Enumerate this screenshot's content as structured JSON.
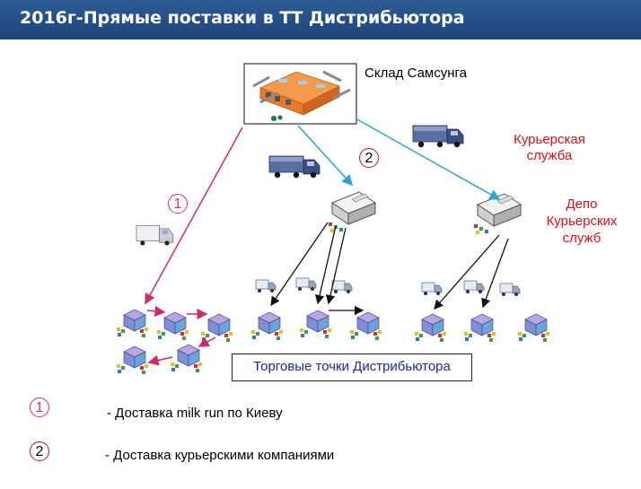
{
  "header": {
    "title": "2016г-Прямые поставки в ТТ Дистрибьютора"
  },
  "diagram": {
    "warehouse_label": "Склад Самсунга",
    "courier_label_line1": "Курьерская",
    "courier_label_line2": "служба",
    "depot_label_line1": "Депо",
    "depot_label_line2": "Курьерских",
    "depot_label_line3": "служб",
    "retail_points_label": "Торговые точки Дистрибьютора",
    "route1_marker": "1",
    "route2_marker": "2"
  },
  "legend": {
    "items": [
      {
        "marker": "1",
        "text": "- Доставка milk run по Киеву"
      },
      {
        "marker": "2",
        "text": "- Доставка курьерскими компаниями"
      }
    ]
  },
  "colors": {
    "header": "#1d447a",
    "route_milk_run": "#d4286a",
    "route_courier": "#29a3d6",
    "accent_red": "#e0101a"
  }
}
